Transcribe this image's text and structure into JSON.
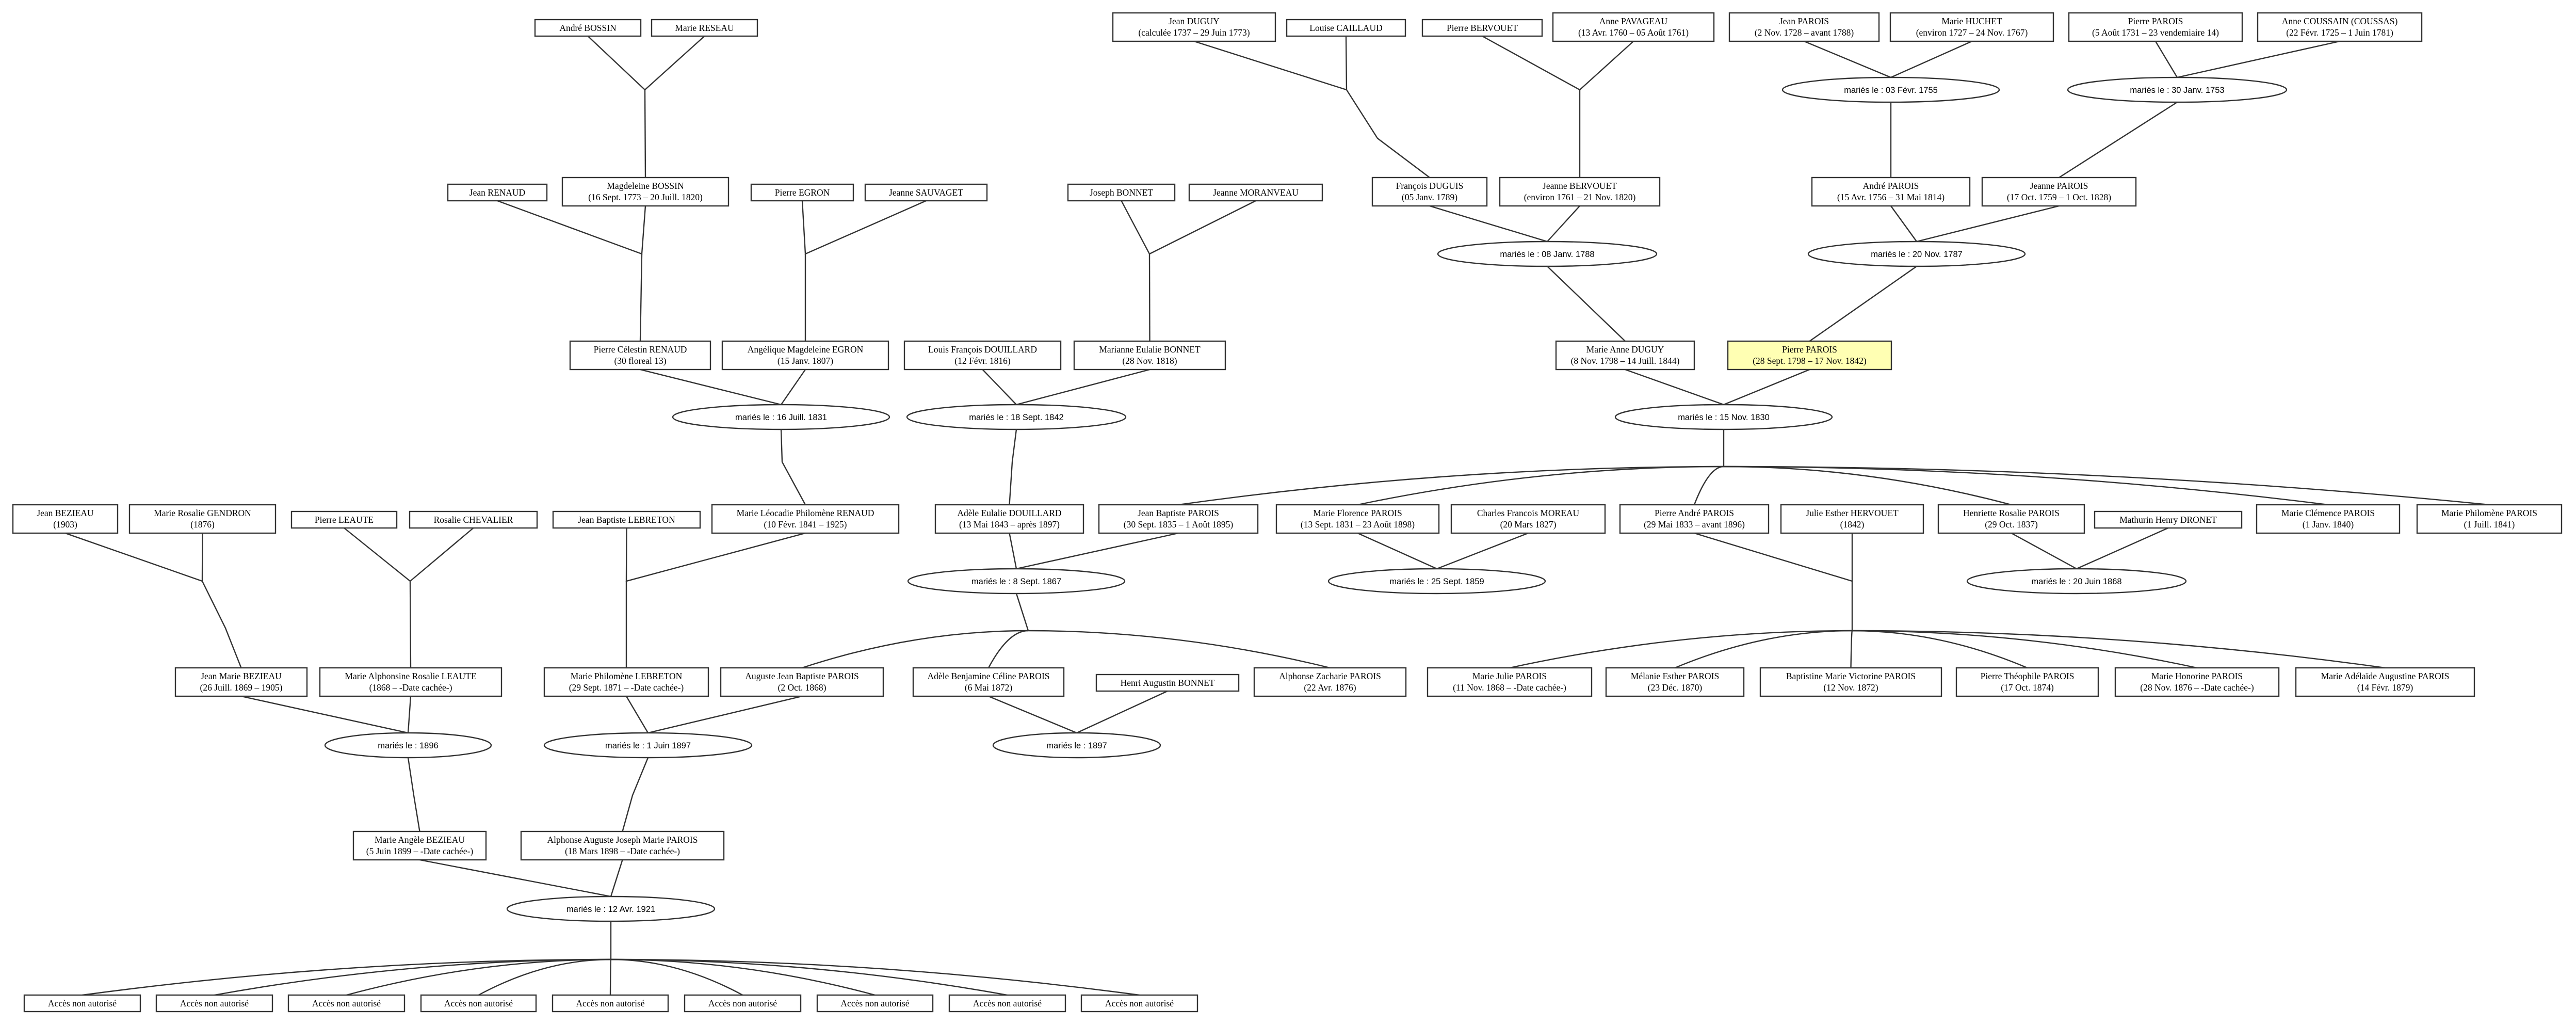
{
  "persons": {
    "andre_bossin": [
      "André BOSSIN"
    ],
    "marie_reseau": [
      "Marie RESEAU"
    ],
    "jean_duguy": [
      "Jean DUGUY",
      "(calculée 1737 – 29 Juin 1773)"
    ],
    "louise_caillaud": [
      "Louise CAILLAUD"
    ],
    "pierre_bervouet": [
      "Pierre BERVOUET"
    ],
    "anne_pavageau": [
      "Anne PAVAGEAU",
      "(13 Avr. 1760 – 05 Août 1761)"
    ],
    "jean_parois": [
      "Jean PAROIS",
      "(2 Nov. 1728 – avant 1788)"
    ],
    "marie_huchet": [
      "Marie HUCHET",
      "(environ 1727 – 24 Nov. 1767)"
    ],
    "pierre_parois_a": [
      "Pierre PAROIS",
      "(5 Août 1731 – 23 vendemiaire 14)"
    ],
    "anne_coussain": [
      "Anne COUSSAIN (COUSSAS)",
      "(22 Févr. 1725 – 1 Juin 1781)"
    ],
    "jean_renaud": [
      "Jean RENAUD"
    ],
    "magdeleine_bossin": [
      "Magdeleine BOSSIN",
      "(16 Sept. 1773 – 20 Juill. 1820)"
    ],
    "pierre_egron": [
      "Pierre EGRON"
    ],
    "jeanne_sauvaget": [
      "Jeanne SAUVAGET"
    ],
    "joseph_bonnet": [
      "Joseph BONNET"
    ],
    "jeanne_moranveau": [
      "Jeanne MORANVEAU"
    ],
    "francois_duguis": [
      "François DUGUIS",
      "(05 Janv. 1789)"
    ],
    "jeanne_bervouet": [
      "Jeanne BERVOUET",
      "(environ 1761 – 21 Nov. 1820)"
    ],
    "andre_parois": [
      "André PAROIS",
      "(15 Avr. 1756 – 31 Mai 1814)"
    ],
    "jeanne_parois": [
      "Jeanne PAROIS",
      "(17 Oct. 1759 – 1 Oct. 1828)"
    ],
    "pierre_celestin_renaud": [
      "Pierre Célestin RENAUD",
      "(30 floreal 13)"
    ],
    "angelique_egron": [
      "Angélique Magdeleine EGRON",
      "(15 Janv. 1807)"
    ],
    "louis_douillard": [
      "Louis François DOUILLARD",
      "(12 Févr. 1816)"
    ],
    "marianne_bonnet": [
      "Marianne Eulalie BONNET",
      "(28 Nov. 1818)"
    ],
    "marie_anne_duguy": [
      "Marie Anne DUGUY",
      "(8 Nov. 1798 – 14 Juill. 1844)"
    ],
    "pierre_parois_focus": [
      "Pierre PAROIS",
      "(28 Sept. 1798 – 17 Nov. 1842)"
    ],
    "jean_beziau_1903": [
      "Jean BEZIEAU",
      "(1903)"
    ],
    "marie_rosalie_gendron": [
      "Marie Rosalie GENDRON",
      "(1876)"
    ],
    "pierre_leaute": [
      "Pierre LEAUTE"
    ],
    "rosalie_chevalier": [
      "Rosalie CHEVALIER"
    ],
    "jean_baptiste_lebreton": [
      "Jean Baptiste LEBRETON"
    ],
    "marie_leocadie_renaud": [
      "Marie Léocadie Philomène RENAUD",
      "(10 Févr. 1841 – 1925)"
    ],
    "adele_eulalie_douillard": [
      "Adèle Eulalie DOUILLARD",
      "(13 Mai 1843 – après 1897)"
    ],
    "jean_baptiste_parois": [
      "Jean Baptiste PAROIS",
      "(30 Sept. 1835 – 1 Août 1895)"
    ],
    "marie_florence_parois": [
      "Marie Florence PAROIS",
      "(13 Sept. 1831 – 23 Août 1898)"
    ],
    "charles_moreau": [
      "Charles Francois MOREAU",
      "(20 Mars 1827)"
    ],
    "pierre_andre_parois": [
      "Pierre André PAROIS",
      "(29 Mai 1833 – avant 1896)"
    ],
    "julie_hervouet": [
      "Julie Esther HERVOUET",
      "(1842)"
    ],
    "henriette_parois": [
      "Henriette Rosalie PAROIS",
      "(29 Oct. 1837)"
    ],
    "mathurin_dronet": [
      "Mathurin Henry DRONET"
    ],
    "marie_clemence_parois": [
      "Marie Clémence PAROIS",
      "(1 Janv. 1840)"
    ],
    "marie_philomene_parois": [
      "Marie Philomène PAROIS",
      "(1 Juill. 1841)"
    ],
    "jean_marie_beziau": [
      "Jean Marie BEZIEAU",
      "(26 Juill. 1869 – 1905)"
    ],
    "marie_alphonsine_leaute": [
      "Marie Alphonsine Rosalie LEAUTE",
      "(1868 – -Date cachée-)"
    ],
    "marie_philomene_lebreton": [
      "Marie Philomène LEBRETON",
      "(29 Sept. 1871 – -Date cachée-)"
    ],
    "auguste_jean_baptiste_parois": [
      "Auguste Jean Baptiste PAROIS",
      "(2 Oct. 1868)"
    ],
    "adele_benjamine_parois": [
      "Adèle Benjamine Céline PAROIS",
      "(6 Mai 1872)"
    ],
    "henri_bonnet": [
      "Henri Augustin BONNET"
    ],
    "alphonse_zacharie_parois": [
      "Alphonse Zacharie PAROIS",
      "(22 Avr. 1876)"
    ],
    "marie_julie_parois": [
      "Marie Julie PAROIS",
      "(11 Nov. 1868 – -Date cachée-)"
    ],
    "melanie_parois": [
      "Mélanie Esther PAROIS",
      "(23 Déc. 1870)"
    ],
    "baptistine_parois": [
      "Baptistine Marie Victorine PAROIS",
      "(12 Nov. 1872)"
    ],
    "pierre_theophile_parois": [
      "Pierre Théophile PAROIS",
      "(17 Oct. 1874)"
    ],
    "marie_honorine_parois": [
      "Marie Honorine PAROIS",
      "(28 Nov. 1876 – -Date cachée-)"
    ],
    "marie_adelaide_parois": [
      "Marie Adélaïde Augustine PAROIS",
      "(14 Févr. 1879)"
    ],
    "marie_angele_beziau": [
      "Marie Angèle BEZIEAU",
      "(5 Juin 1899 – -Date cachée-)"
    ],
    "alphonse_auguste_parois": [
      "Alphonse Auguste Joseph Marie PAROIS",
      "(18 Mars 1898 – -Date cachée-)"
    ],
    "acces_1": [
      "Accès non autorisé"
    ],
    "acces_2": [
      "Accès non autorisé"
    ],
    "acces_3": [
      "Accès non autorisé"
    ],
    "acces_4": [
      "Accès non autorisé"
    ],
    "acces_5": [
      "Accès non autorisé"
    ],
    "acces_6": [
      "Accès non autorisé"
    ],
    "acces_7": [
      "Accès non autorisé"
    ],
    "acces_8": [
      "Accès non autorisé"
    ],
    "acces_9": [
      "Accès non autorisé"
    ]
  },
  "marriages": {
    "m_1755": "mariés le : 03 Févr. 1755",
    "m_1753": "mariés le : 30 Janv. 1753",
    "m_1788": "mariés le : 08 Janv. 1788",
    "m_1787": "mariés le : 20 Nov. 1787",
    "m_1831": "mariés le : 16 Juill. 1831",
    "m_1842": "mariés le : 18 Sept. 1842",
    "m_1830": "mariés le : 15 Nov. 1830",
    "m_1867": "mariés le : 8 Sept. 1867",
    "m_1859": "mariés le : 25 Sept. 1859",
    "m_1868": "mariés le : 20 Juin 1868",
    "m_1896": "mariés le : 1896",
    "m_1897a": "mariés le : 1 Juin 1897",
    "m_1897b": "mariés le : 1897",
    "m_1921": "mariés le : 12 Avr. 1921"
  },
  "highlight_person": "pierre_parois_focus",
  "colors": {
    "highlight": "#ffffb3",
    "stroke": "#333333",
    "background": "#ffffff"
  }
}
